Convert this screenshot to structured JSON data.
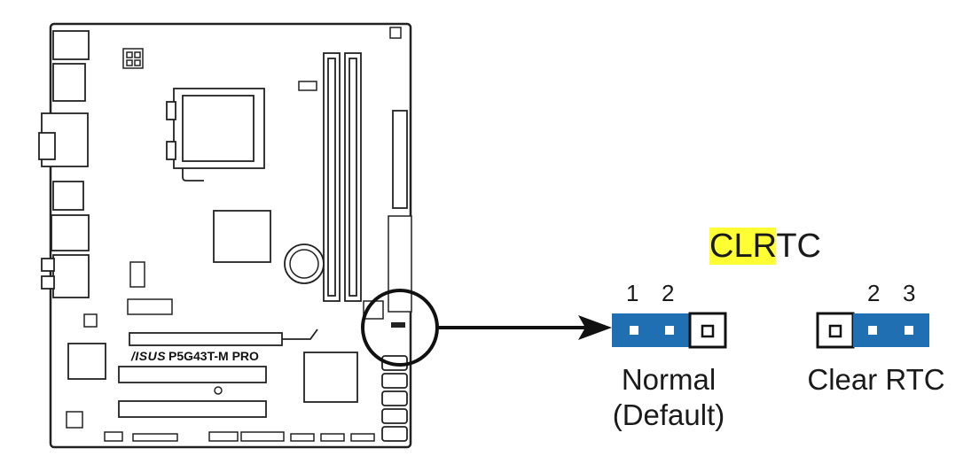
{
  "title": {
    "highlight": "CLR",
    "rest": "TC"
  },
  "board": {
    "brand": "/ISUS",
    "model": "P5G43T-M PRO"
  },
  "jumper_normal": {
    "pin_left": "1",
    "pin_right": "2",
    "caption_line1": "Normal",
    "caption_line2": "(Default)"
  },
  "jumper_clear": {
    "pin_left": "2",
    "pin_right": "3",
    "caption": "Clear RTC"
  },
  "colors": {
    "jumper_cap": "#1f6fb2",
    "highlight": "#ffff33",
    "ink": "#1a1a1a"
  }
}
